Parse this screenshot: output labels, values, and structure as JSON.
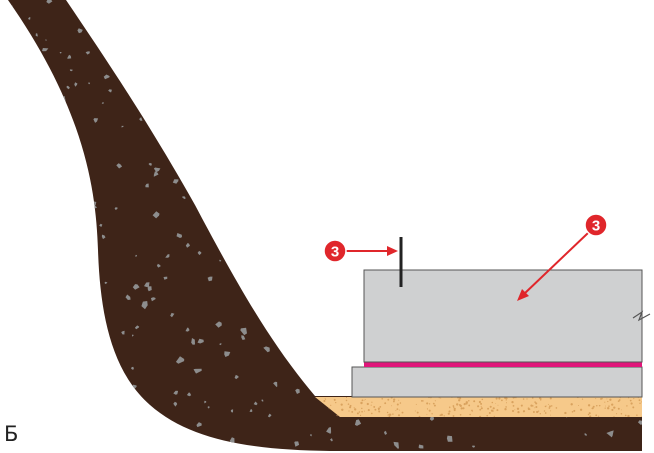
{
  "figure": {
    "panel_label": "Б",
    "callouts": [
      {
        "id": "left",
        "label": "3"
      },
      {
        "id": "right",
        "label": "3"
      }
    ]
  },
  "colors": {
    "soil": "#3e2418",
    "soil_speck": "#8d8d8d",
    "sand": "#f6c98a",
    "sand_speck": "#d9a25e",
    "slab": "#cfd0d1",
    "slab_outline": "#555555",
    "membrane": "#e0157a",
    "callout": "#e0262b",
    "marker": "#222222"
  }
}
